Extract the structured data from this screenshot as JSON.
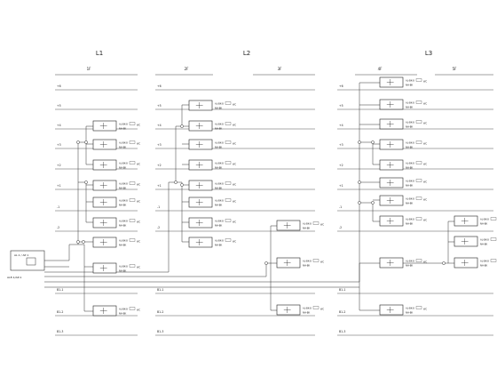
{
  "zones": [
    {
      "label": "L1"
    },
    {
      "label": "L2"
    },
    {
      "label": "L3"
    }
  ],
  "column_headers": [
    {
      "label": "1F"
    },
    {
      "label": "2F"
    },
    {
      "label": "3F"
    },
    {
      "label": "4F"
    },
    {
      "label": "5F"
    }
  ],
  "floor_labels_left": [
    "+6",
    "+5",
    "+4",
    "+3",
    "+2",
    "+1",
    "-1",
    "-2",
    "B1-1",
    "B1-2",
    "B1-3"
  ],
  "floor_labels_mid": [
    "+6",
    "+5",
    "+4",
    "+3",
    "+2",
    "+1",
    "-1",
    "-2",
    "B1-1",
    "B1-2",
    "B1-3"
  ],
  "floor_labels_right": [
    "+6",
    "+5",
    "+4",
    "+3",
    "+2",
    "+1",
    "-1",
    "-2",
    "B1-1",
    "B1-2",
    "B1-3"
  ],
  "source_panel_label": "AL·1 / AP·1",
  "source_caption": "ALE-1/AP-1",
  "module_tag": "AL-BK-8",
  "module_code": "NH-BK",
  "module_note": "WC"
}
